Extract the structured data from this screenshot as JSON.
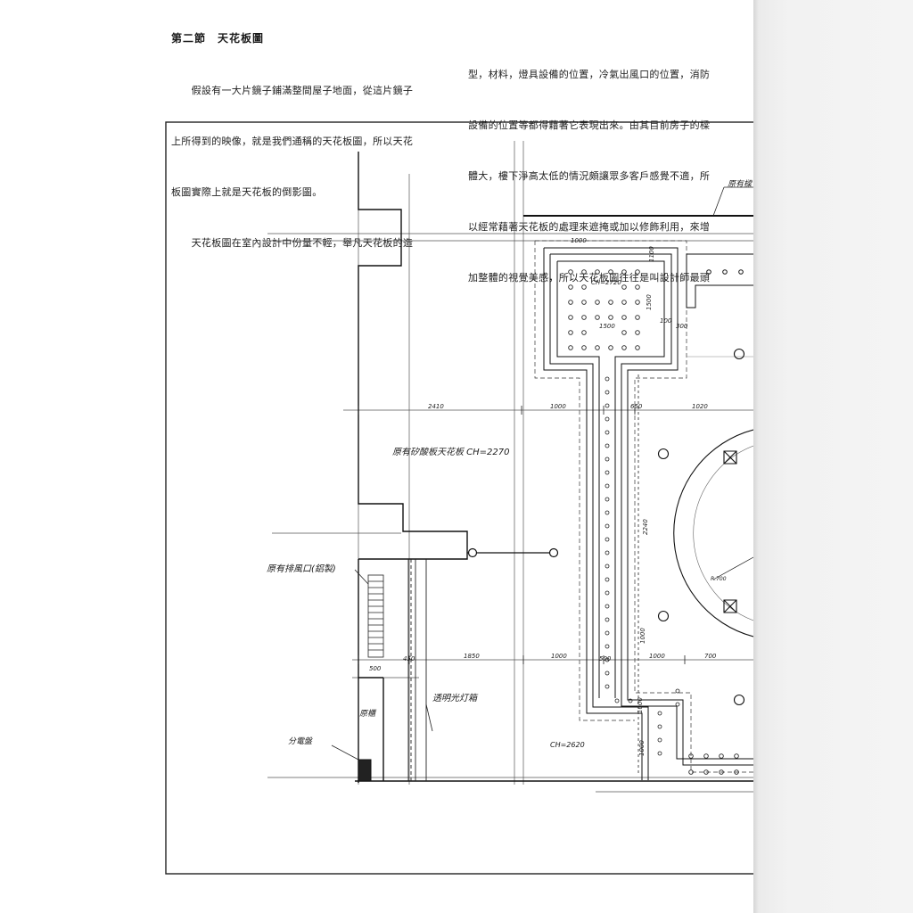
{
  "section": {
    "heading": "第二節　天花板圖"
  },
  "left_column": {
    "lines": [
      "　　假設有一大片鏡子鋪滿整間屋子地面，從這片鏡子",
      "上所得到的映像，就是我們通稱的天花板圖，所以天花",
      "板圖實際上就是天花板的倒影圖。",
      "　　天花板圖在室內設計中份量不輕，舉凡天花板的造"
    ]
  },
  "right_column": {
    "lines": [
      "型，材料，燈具設備的位置，冷氣出風口的位置，消防",
      "設備的位置等都得藉著它表現出來。由其目前房子的樑",
      "體大，樓下淨高太低的情況頗讓眾多客戶感覺不適，所",
      "以經常藉著天花板的處理來遮掩或加以修飾利用，來增",
      "加整體的視覺美感，所以天花板圖往往是叫設計師最頭"
    ]
  },
  "drawing": {
    "labels": {
      "ceiling_main": "原有矽酸板天花板 CH=2270",
      "ceiling_square": "CH=2720",
      "ceiling_corridor": "CH=2620",
      "duct_outlet": "原有排風口(鋁製)",
      "light_box": "透明光灯箱",
      "cabinet": "原櫃",
      "panel": "分電盤",
      "top_note": "原有樑",
      "radius": "R.700"
    },
    "dimensions": {
      "d_2410": "2410",
      "d_1000_a": "1000",
      "d_650": "650",
      "d_1020": "1020",
      "d_2240": "2240",
      "d_1850": "1850",
      "d_1000_b": "1000",
      "d_1000_c": "1000",
      "d_700": "700",
      "d_1000_v": "1000",
      "d_1500": "1500",
      "d_1100": "1100",
      "d_100": "100",
      "d_300": "300",
      "d_1000_t": "1000",
      "d_1500_v": "1500",
      "d_500": "500",
      "d_1000_low": "1000",
      "d_450": "450",
      "d_500b": "500",
      "d_1000_r": "1000"
    }
  }
}
